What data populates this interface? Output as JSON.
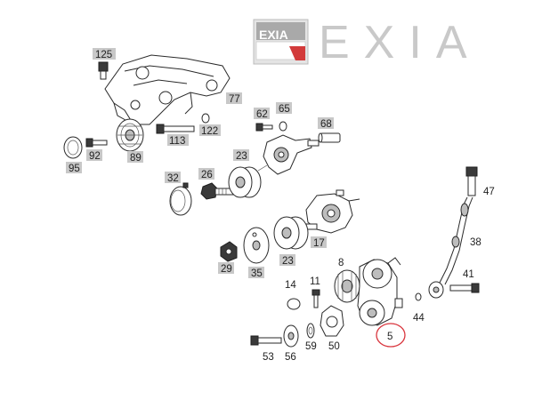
{
  "brand": {
    "logo_text": "EXIA",
    "wordmark": "EXIA",
    "accent_color": "#d23a3a",
    "gray_color": "#c9c9c9"
  },
  "highlight": {
    "part_number": "5",
    "ring_color": "#d9363e"
  },
  "callouts": {
    "p125": "125",
    "p77": "77",
    "p62": "62",
    "p65": "65",
    "p68": "68",
    "p122": "122",
    "p113": "113",
    "p92": "92",
    "p89": "89",
    "p95": "95",
    "p32": "32",
    "p26": "26",
    "p23a": "23",
    "p23b": "23",
    "p47": "47",
    "p17": "17",
    "p38": "38",
    "p29": "29",
    "p35": "35",
    "p8": "8",
    "p14": "14",
    "p11": "11",
    "p41": "41",
    "p44": "44",
    "p53": "53",
    "p56": "56",
    "p59": "59",
    "p50": "50"
  },
  "label_box_color": "#c8c8c8"
}
